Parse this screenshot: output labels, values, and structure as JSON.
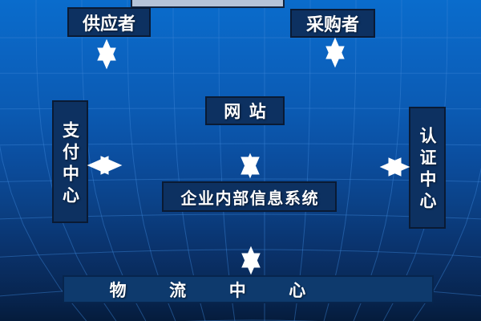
{
  "diagram": {
    "title_context": "e-commerce enterprise system diagram slide",
    "top_partial_box": {
      "label": ""
    },
    "nodes": {
      "supplier": {
        "label": "供应者"
      },
      "purchaser": {
        "label": "采购者"
      },
      "website": {
        "label": "网站"
      },
      "internal_system": {
        "label": "企业内部信息系统"
      },
      "payment_center": {
        "label": "支付中心"
      },
      "auth_center": {
        "label": "认证中心"
      },
      "logistics_center": {
        "label": "物 流 中 心"
      }
    },
    "connections": [
      {
        "from": "top_partial_box",
        "to": "supplier",
        "type": "double-arrow-vertical"
      },
      {
        "from": "top_partial_box",
        "to": "purchaser",
        "type": "double-arrow-vertical"
      },
      {
        "from": "website",
        "to": "internal_system",
        "type": "double-arrow-vertical"
      },
      {
        "from": "internal_system",
        "to": "logistics_center",
        "type": "double-arrow-vertical"
      },
      {
        "from": "payment_center",
        "to": "internal_system",
        "type": "double-arrow-horizontal"
      },
      {
        "from": "auth_center",
        "to": "internal_system",
        "type": "double-arrow-horizontal"
      }
    ],
    "colors": {
      "background_top": "#0a6ccc",
      "background_bottom": "#051c3c",
      "grid_line": "#3b86d6",
      "node_fill": "#0d3161",
      "node_border": "#0a1a33",
      "logistics_fill": "#0e3a6d",
      "partial_box_fill": "#b5c3d8",
      "text": "#ffffff",
      "arrow": "#ffffff"
    }
  }
}
